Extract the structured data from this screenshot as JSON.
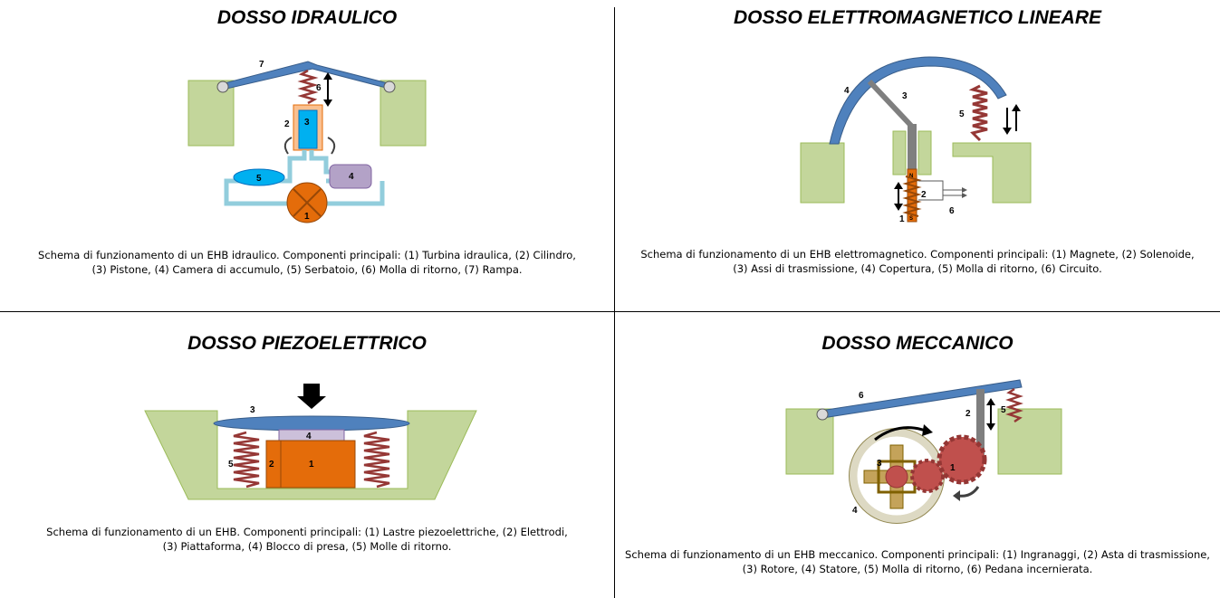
{
  "panels": {
    "hydraulic": {
      "title": "DOSSO IDRAULICO",
      "caption_line1": "Schema di funzionamento di un EHB idraulico. Componenti principali: (1) Turbina idraulica, (2) Cilindro,",
      "caption_line2": "(3) Pistone, (4) Camera di accumulo, (5) Serbatoio, (6) Molla di ritorno, (7) Rampa.",
      "labels": {
        "l1": "1",
        "l2": "2",
        "l3": "3",
        "l4": "4",
        "l5": "5",
        "l6": "6",
        "l7": "7"
      }
    },
    "electromagnetic": {
      "title": "DOSSO ELETTROMAGNETICO LINEARE",
      "caption_line1": "Schema di funzionamento di un EHB elettromagnetico. Componenti principali: (1) Magnete, (2) Solenoide,",
      "caption_line2": "(3) Assi di trasmissione, (4) Copertura, (5) Molla di ritorno, (6) Circuito.",
      "labels": {
        "l1": "1",
        "l2": "2",
        "l3": "3",
        "l4": "4",
        "l5": "5",
        "l6": "6",
        "magnet_n": "N",
        "magnet_s": "S"
      }
    },
    "piezoelectric": {
      "title": "DOSSO PIEZOELETTRICO",
      "caption_line1": "Schema di funzionamento di un EHB. Componenti principali: (1) Lastre piezoelettriche, (2) Elettrodi,",
      "caption_line2": "(3) Piattaforma, (4) Blocco di presa, (5) Molle di ritorno.",
      "labels": {
        "l1": "1",
        "l2": "2",
        "l3": "3",
        "l4": "4",
        "l5": "5"
      }
    },
    "mechanical": {
      "title": "DOSSO MECCANICO",
      "caption_line1": "Schema di funzionamento di un EHB meccanico. Componenti principali: (1) Ingranaggi, (2) Asta di trasmissione,",
      "caption_line2": "(3) Rotore, (4) Statore, (5) Molla di ritorno, (6) Pedana incernierata.",
      "labels": {
        "l1": "1",
        "l2": "2",
        "l3": "3",
        "l4": "4",
        "l5": "5",
        "l6": "6"
      }
    }
  },
  "colors": {
    "ground": "#c3d69b",
    "ramp": "#4f81bd",
    "spring": "#953735",
    "orange": "#e46c0a",
    "cyan": "#00b0f0",
    "pipe": "#92cddc",
    "lavender": "#b3a2c7",
    "gear": "#c0504d",
    "rod": "#7f7f7f",
    "stator": "#ddd9c3",
    "rotor_frame": "#c4a35a"
  }
}
